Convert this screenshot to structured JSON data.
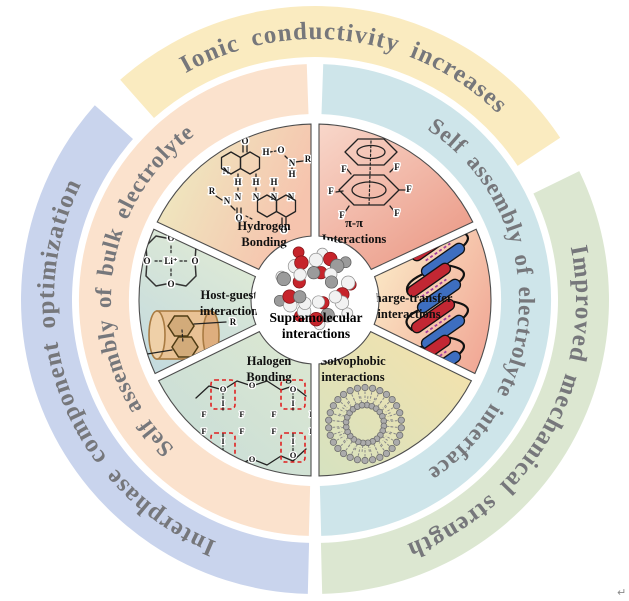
{
  "figure": {
    "title_hint": "Supramolecular interactions wheel diagram",
    "paragraph_mark": "↵"
  },
  "rings": {
    "text_color": "#76777B",
    "outer_top": {
      "label": "Ionic conductivity increases",
      "color": "#FAEBC0"
    },
    "outer_left": {
      "label": "Interphase component optimization",
      "color": "#C9D4ED"
    },
    "outer_right": {
      "label": "Improved mechanical strength",
      "color": "#DCE7D1"
    },
    "inner_left": {
      "label": "Self assembly of bulk electrolyte",
      "color": "#FBE2CD"
    },
    "inner_right": {
      "label": "Self assembly of electrolyte interface",
      "color": "#CEE5EA"
    }
  },
  "center": {
    "label_line1": "Supramolecular",
    "label_line2": "interactions",
    "sphere_colors": [
      "#F2F2F2",
      "#9B9B9B",
      "#C6242B"
    ]
  },
  "sectors": [
    {
      "id": "hydrogen-bonding",
      "label_lines": [
        "Hydrogen",
        "Bonding"
      ],
      "gradient": [
        "#EDEFC3",
        "#F6C4AE"
      ]
    },
    {
      "id": "pi-pi",
      "label_lines": [
        "π-π",
        "Interactions"
      ],
      "gradient": [
        "#F8D7CA",
        "#EB9A87"
      ]
    },
    {
      "id": "charge-transfer",
      "label_lines": [
        "Charge-transfer",
        "interactions"
      ],
      "gradient": [
        "#FBE9C6",
        "#F1A896"
      ]
    },
    {
      "id": "solvophobic",
      "label_lines": [
        "Solvophobic",
        "interactions"
      ],
      "gradient": [
        "#F7E2AA",
        "#D6E2C0"
      ]
    },
    {
      "id": "halogen-bonding",
      "label_lines": [
        "Halogen",
        "Bonding"
      ],
      "gradient": [
        "#DDE8D1",
        "#C6DCD8"
      ]
    },
    {
      "id": "host-guest",
      "label_lines": [
        "Host-guest",
        "interaction"
      ],
      "gradient": [
        "#DFEAD5",
        "#C3DADF"
      ]
    }
  ],
  "illustration_colors": {
    "rod_red": "#C22733",
    "rod_blue": "#3D6EC0",
    "rod_dash": "#A43F9E",
    "cylinder_body": "#E9C295",
    "cylinder_rim": "#A97B42",
    "vesicle_dot": "#ABABAB",
    "halogen_box": "#E02020"
  },
  "atoms": {
    "O": "O",
    "N": "N",
    "H": "H",
    "R": "R",
    "F": "F",
    "I": "I",
    "Li": "Li⁺"
  }
}
